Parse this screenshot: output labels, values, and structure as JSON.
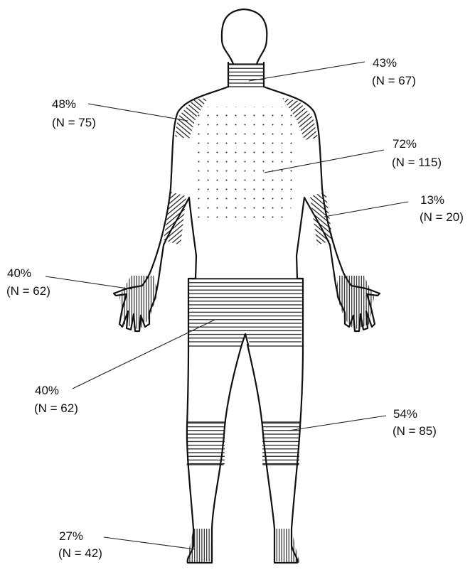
{
  "figure": {
    "colors": {
      "ink": "#111111",
      "background": "#ffffff"
    },
    "regions": [
      {
        "id": "neck",
        "pattern": "horizontal-lines",
        "percent": "43%",
        "count": "(N = 67)"
      },
      {
        "id": "shoulders",
        "pattern": "diagonal-lines",
        "percent": "48%",
        "count": "(N = 75)"
      },
      {
        "id": "upper-back",
        "pattern": "dots",
        "percent": "72%",
        "count": "(N = 115)"
      },
      {
        "id": "elbows",
        "pattern": "diagonal-lines",
        "percent": "13%",
        "count": "(N = 20)"
      },
      {
        "id": "wrists-hands",
        "pattern": "vertical-lines",
        "percent": "40%",
        "count": "(N = 62)"
      },
      {
        "id": "lower-back-hips",
        "pattern": "horizontal-lines",
        "percent": "40%",
        "count": "(N = 62)"
      },
      {
        "id": "knees",
        "pattern": "horizontal-lines",
        "percent": "54%",
        "count": "(N = 85)"
      },
      {
        "id": "ankles-feet",
        "pattern": "vertical-lines",
        "percent": "27%",
        "count": "(N = 42)"
      }
    ]
  }
}
